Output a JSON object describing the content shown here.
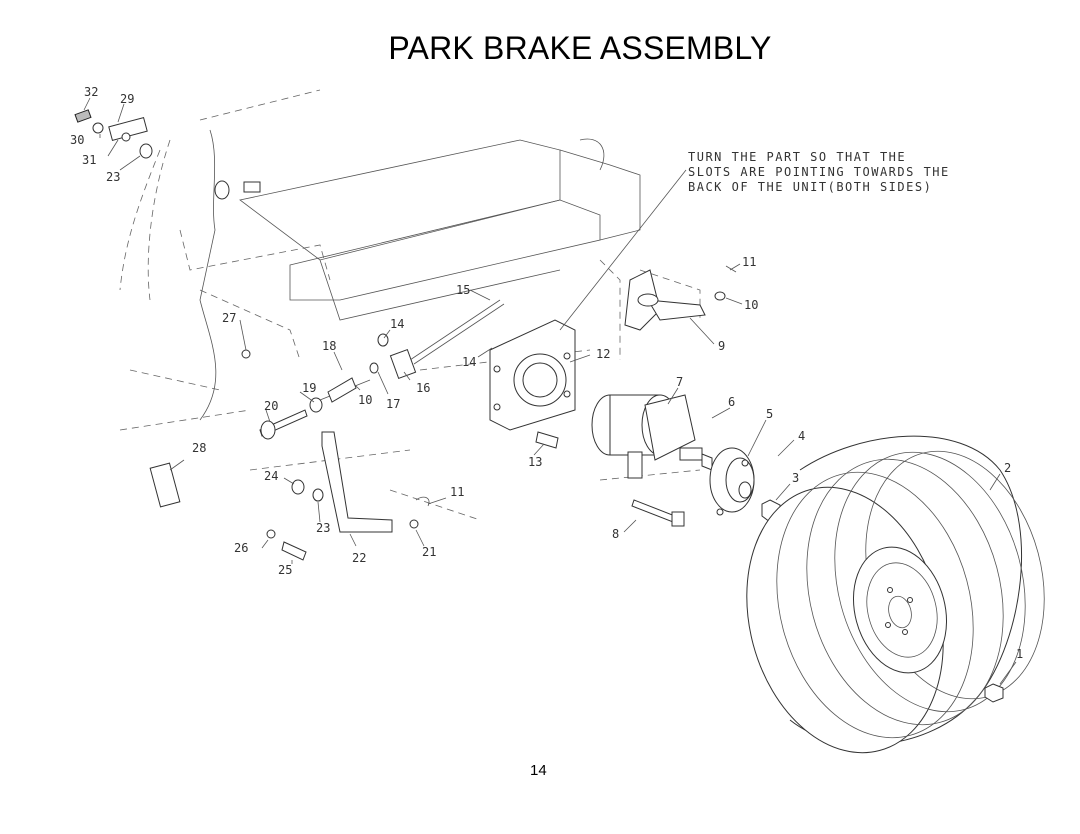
{
  "title": "PARK BRAKE ASSEMBLY",
  "page_number": "14",
  "note": [
    "TURN THE PART SO THAT THE",
    "SLOTS ARE POINTING TOWARDS THE",
    "BACK OF THE UNIT(BOTH SIDES)"
  ],
  "callouts": [
    {
      "num": "32"
    },
    {
      "num": "29"
    },
    {
      "num": "30"
    },
    {
      "num": "31"
    },
    {
      "num": "23"
    },
    {
      "num": "11"
    },
    {
      "num": "10"
    },
    {
      "num": "9"
    },
    {
      "num": "15"
    },
    {
      "num": "27"
    },
    {
      "num": "14"
    },
    {
      "num": "14"
    },
    {
      "num": "12"
    },
    {
      "num": "18"
    },
    {
      "num": "16"
    },
    {
      "num": "19"
    },
    {
      "num": "10"
    },
    {
      "num": "17"
    },
    {
      "num": "20"
    },
    {
      "num": "7"
    },
    {
      "num": "6"
    },
    {
      "num": "5"
    },
    {
      "num": "4"
    },
    {
      "num": "13"
    },
    {
      "num": "28"
    },
    {
      "num": "3"
    },
    {
      "num": "2"
    },
    {
      "num": "24"
    },
    {
      "num": "11"
    },
    {
      "num": "23"
    },
    {
      "num": "8"
    },
    {
      "num": "26"
    },
    {
      "num": "22"
    },
    {
      "num": "21"
    },
    {
      "num": "25"
    },
    {
      "num": "1"
    }
  ]
}
